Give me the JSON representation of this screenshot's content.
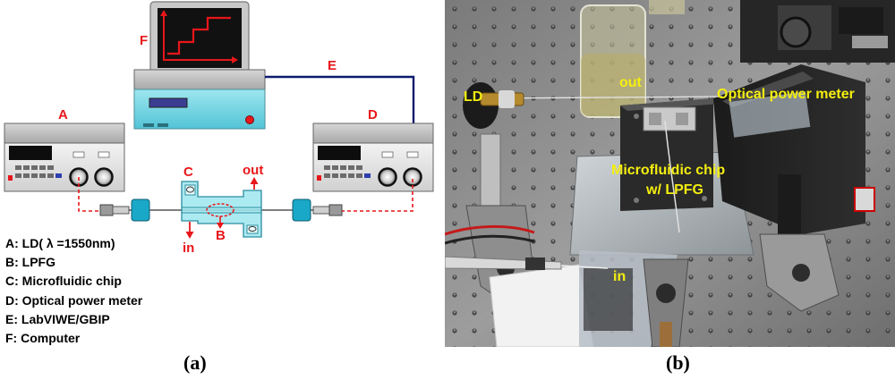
{
  "panel_a": {
    "labels": {
      "A": "A",
      "B": "B",
      "C": "C",
      "D": "D",
      "E": "E",
      "F": "F",
      "in": "in",
      "out": "out"
    },
    "legend": [
      "A: LD( λ =1550nm)",
      "B: LPFG",
      "C: Microfluidic chip",
      "D: Optical power meter",
      "E: LabVIWE/GBIP",
      "F: Computer"
    ],
    "caption": "(a)"
  },
  "panel_b": {
    "labels": {
      "ld": "LD",
      "out": "out",
      "power_meter": "Optical power meter",
      "chip_line1": "Microfluidic chip",
      "chip_line2": "w/ LPFG",
      "in": "in"
    },
    "caption": "(b)"
  },
  "colors": {
    "label_red": "#e8161a",
    "label_yellow": "#f4ee10",
    "fiber_dash": "#e8161a",
    "cable_navy": "#0b1a6e",
    "device_cyan": "#7fd8e4",
    "connector_blue": "#1aa8c8"
  }
}
